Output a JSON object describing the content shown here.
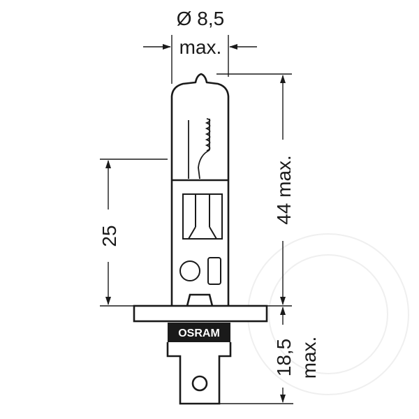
{
  "dimensions": {
    "diameter_symbol": "Ø 8,5",
    "diameter_max": "max.",
    "length_total": "44 max.",
    "length_focus": "25",
    "base_value": "18,5",
    "base_max": "max."
  },
  "brand": {
    "name": "OSRAM"
  },
  "colors": {
    "line": "#1a1a1a",
    "fill": "#ffffff",
    "brand_bg": "#1a1a1a",
    "watermark": "#efefef"
  }
}
